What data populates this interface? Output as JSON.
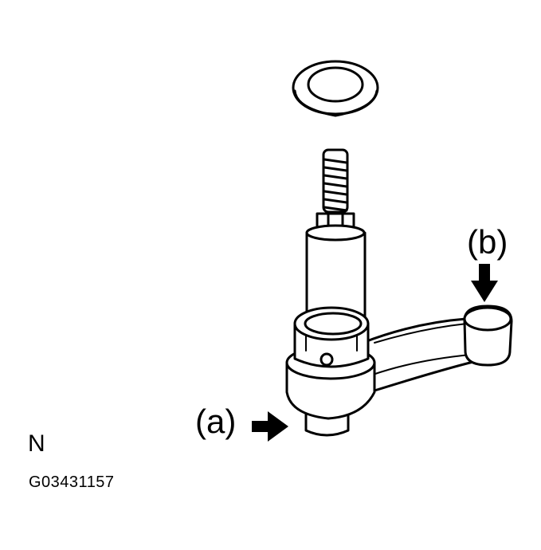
{
  "labels": {
    "a": "(a)",
    "b": "(b)",
    "view": "N",
    "figure_code": "G03431157"
  },
  "colors": {
    "line": "#000000",
    "background": "#ffffff"
  }
}
